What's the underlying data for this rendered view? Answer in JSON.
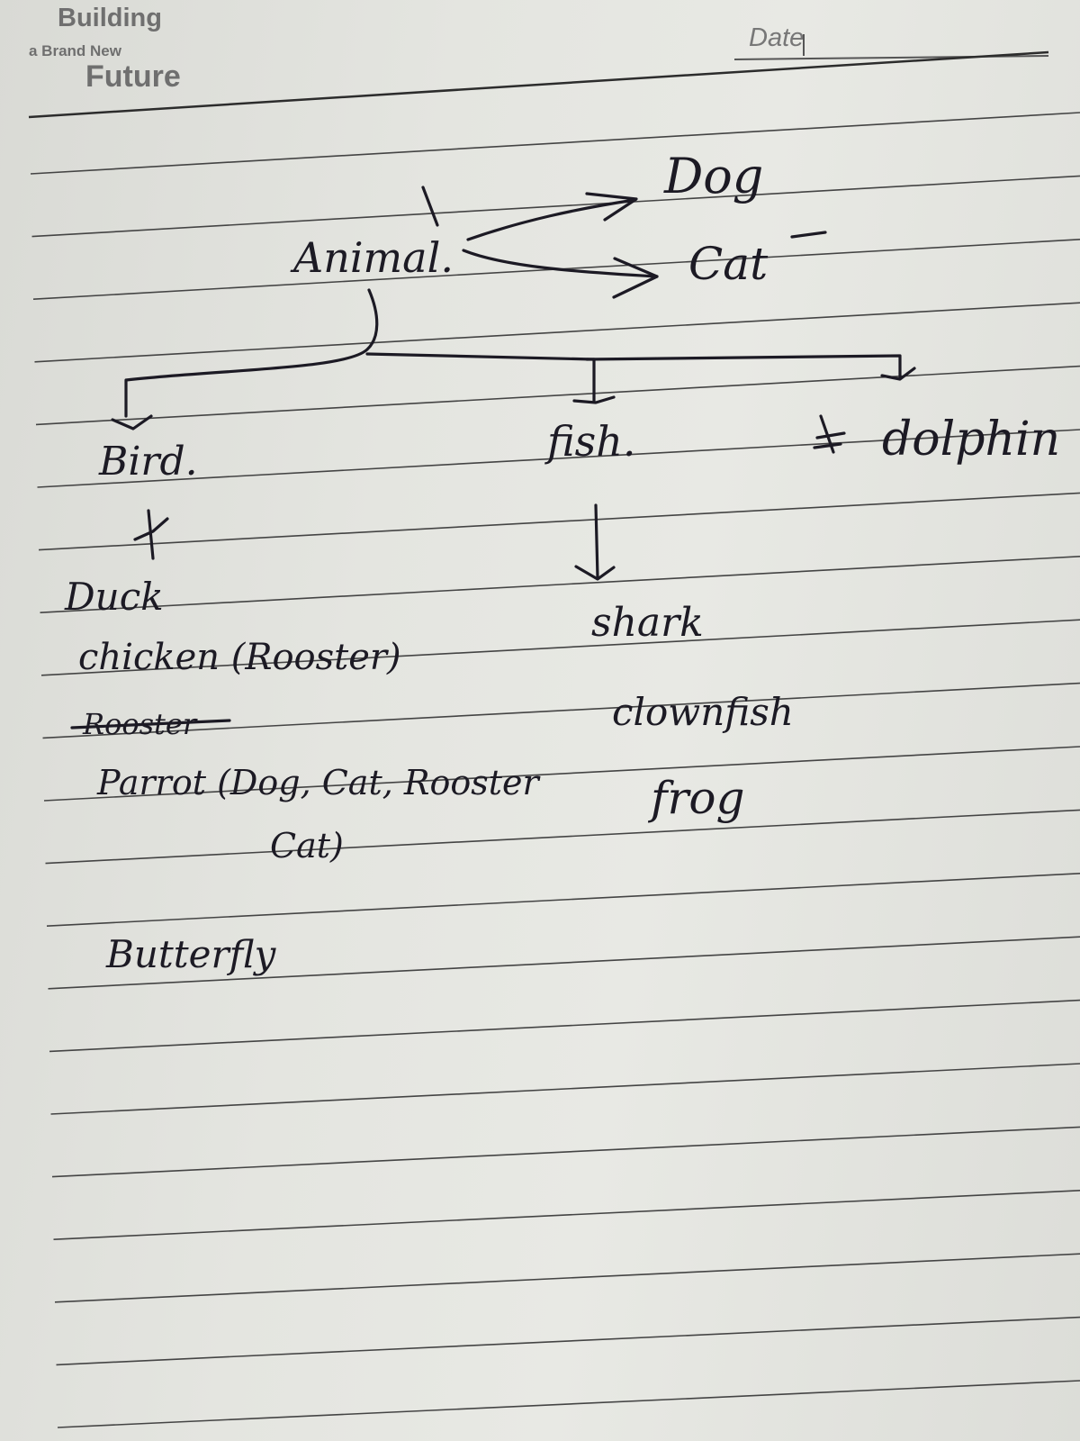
{
  "notebook": {
    "brand_line1": "Building",
    "brand_line2": "a Brand New",
    "brand_line3": "Future",
    "date_label": "Date"
  },
  "sketch": {
    "root": "Animal.",
    "right_children": [
      "Dog",
      "Cat"
    ],
    "branches": [
      "Bird.",
      "fish.",
      "dolphin"
    ],
    "bird_items": [
      "Duck",
      "chicken (Rooster)",
      "Rooster",
      "Parrot (Dog, Cat, Rooster",
      "Cat)",
      "Butterfly"
    ],
    "fish_items": [
      "shark",
      "clownfish",
      "frog"
    ]
  }
}
